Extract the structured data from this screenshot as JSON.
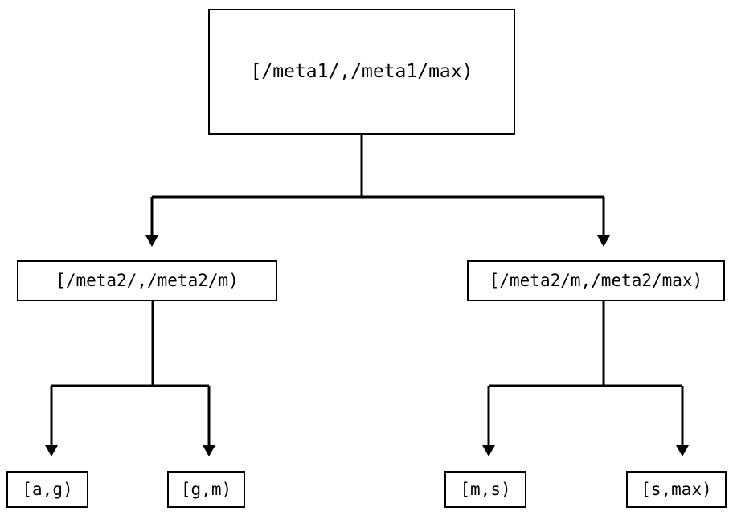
{
  "diagram": {
    "type": "tree",
    "title": "",
    "background_color": "#ffffff",
    "line_color": "#000000",
    "text_color": "#000000",
    "nodes": {
      "root": {
        "label": "[/meta1/,/meta1/max)",
        "level": 0
      },
      "mid_left": {
        "label": "[/meta2/,/meta2/m)",
        "level": 1
      },
      "mid_right": {
        "label": "[/meta2/m,/meta2/max)",
        "level": 1
      },
      "leaf_1": {
        "label": "[a,g)",
        "level": 2
      },
      "leaf_2": {
        "label": "[g,m)",
        "level": 2
      },
      "leaf_3": {
        "label": "[m,s)",
        "level": 2
      },
      "leaf_4": {
        "label": "[s,max)",
        "level": 2
      }
    },
    "edges": [
      {
        "from": "root",
        "to": "mid_left",
        "arrow": "down-triangle"
      },
      {
        "from": "root",
        "to": "mid_right",
        "arrow": "down-triangle"
      },
      {
        "from": "mid_left",
        "to": "leaf_1",
        "arrow": "down-triangle"
      },
      {
        "from": "mid_left",
        "to": "leaf_2",
        "arrow": "down-triangle"
      },
      {
        "from": "mid_right",
        "to": "leaf_3",
        "arrow": "down-triangle"
      },
      {
        "from": "mid_right",
        "to": "leaf_4",
        "arrow": "down-triangle"
      }
    ]
  }
}
